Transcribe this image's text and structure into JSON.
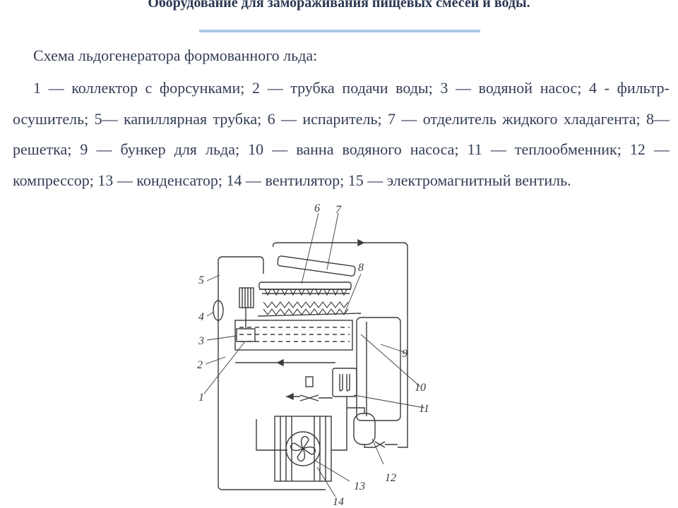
{
  "slide": {
    "title": "Оборудование для замораживания пищевых смесей и воды.",
    "subtitle": "Схема льдогенератора формованного льда:",
    "caption": "1 — коллектор с форсунками; 2 — трубка подачи воды; 3 — водяной насос; 4 - фильтр-осушитель; 5— капиллярная трубка; 6 — испаритель; 7 — отделитель жидкого хладагента; 8— решетка; 9 — бункер для льда; 10 — ванна водяного насоса; 11 — теплообменник; 12 — компрессор; 13 — конденсатор; 14 — вентилятор; 15 — электромагнитный вентиль."
  },
  "diagram": {
    "labels": [
      "1",
      "2",
      "3",
      "4",
      "5",
      "6",
      "7",
      "8",
      "9",
      "10",
      "11",
      "12",
      "13",
      "14"
    ]
  },
  "colors": {
    "line": "#3a3a3a",
    "text": "#333d55",
    "rule": "#a9c8e8"
  }
}
